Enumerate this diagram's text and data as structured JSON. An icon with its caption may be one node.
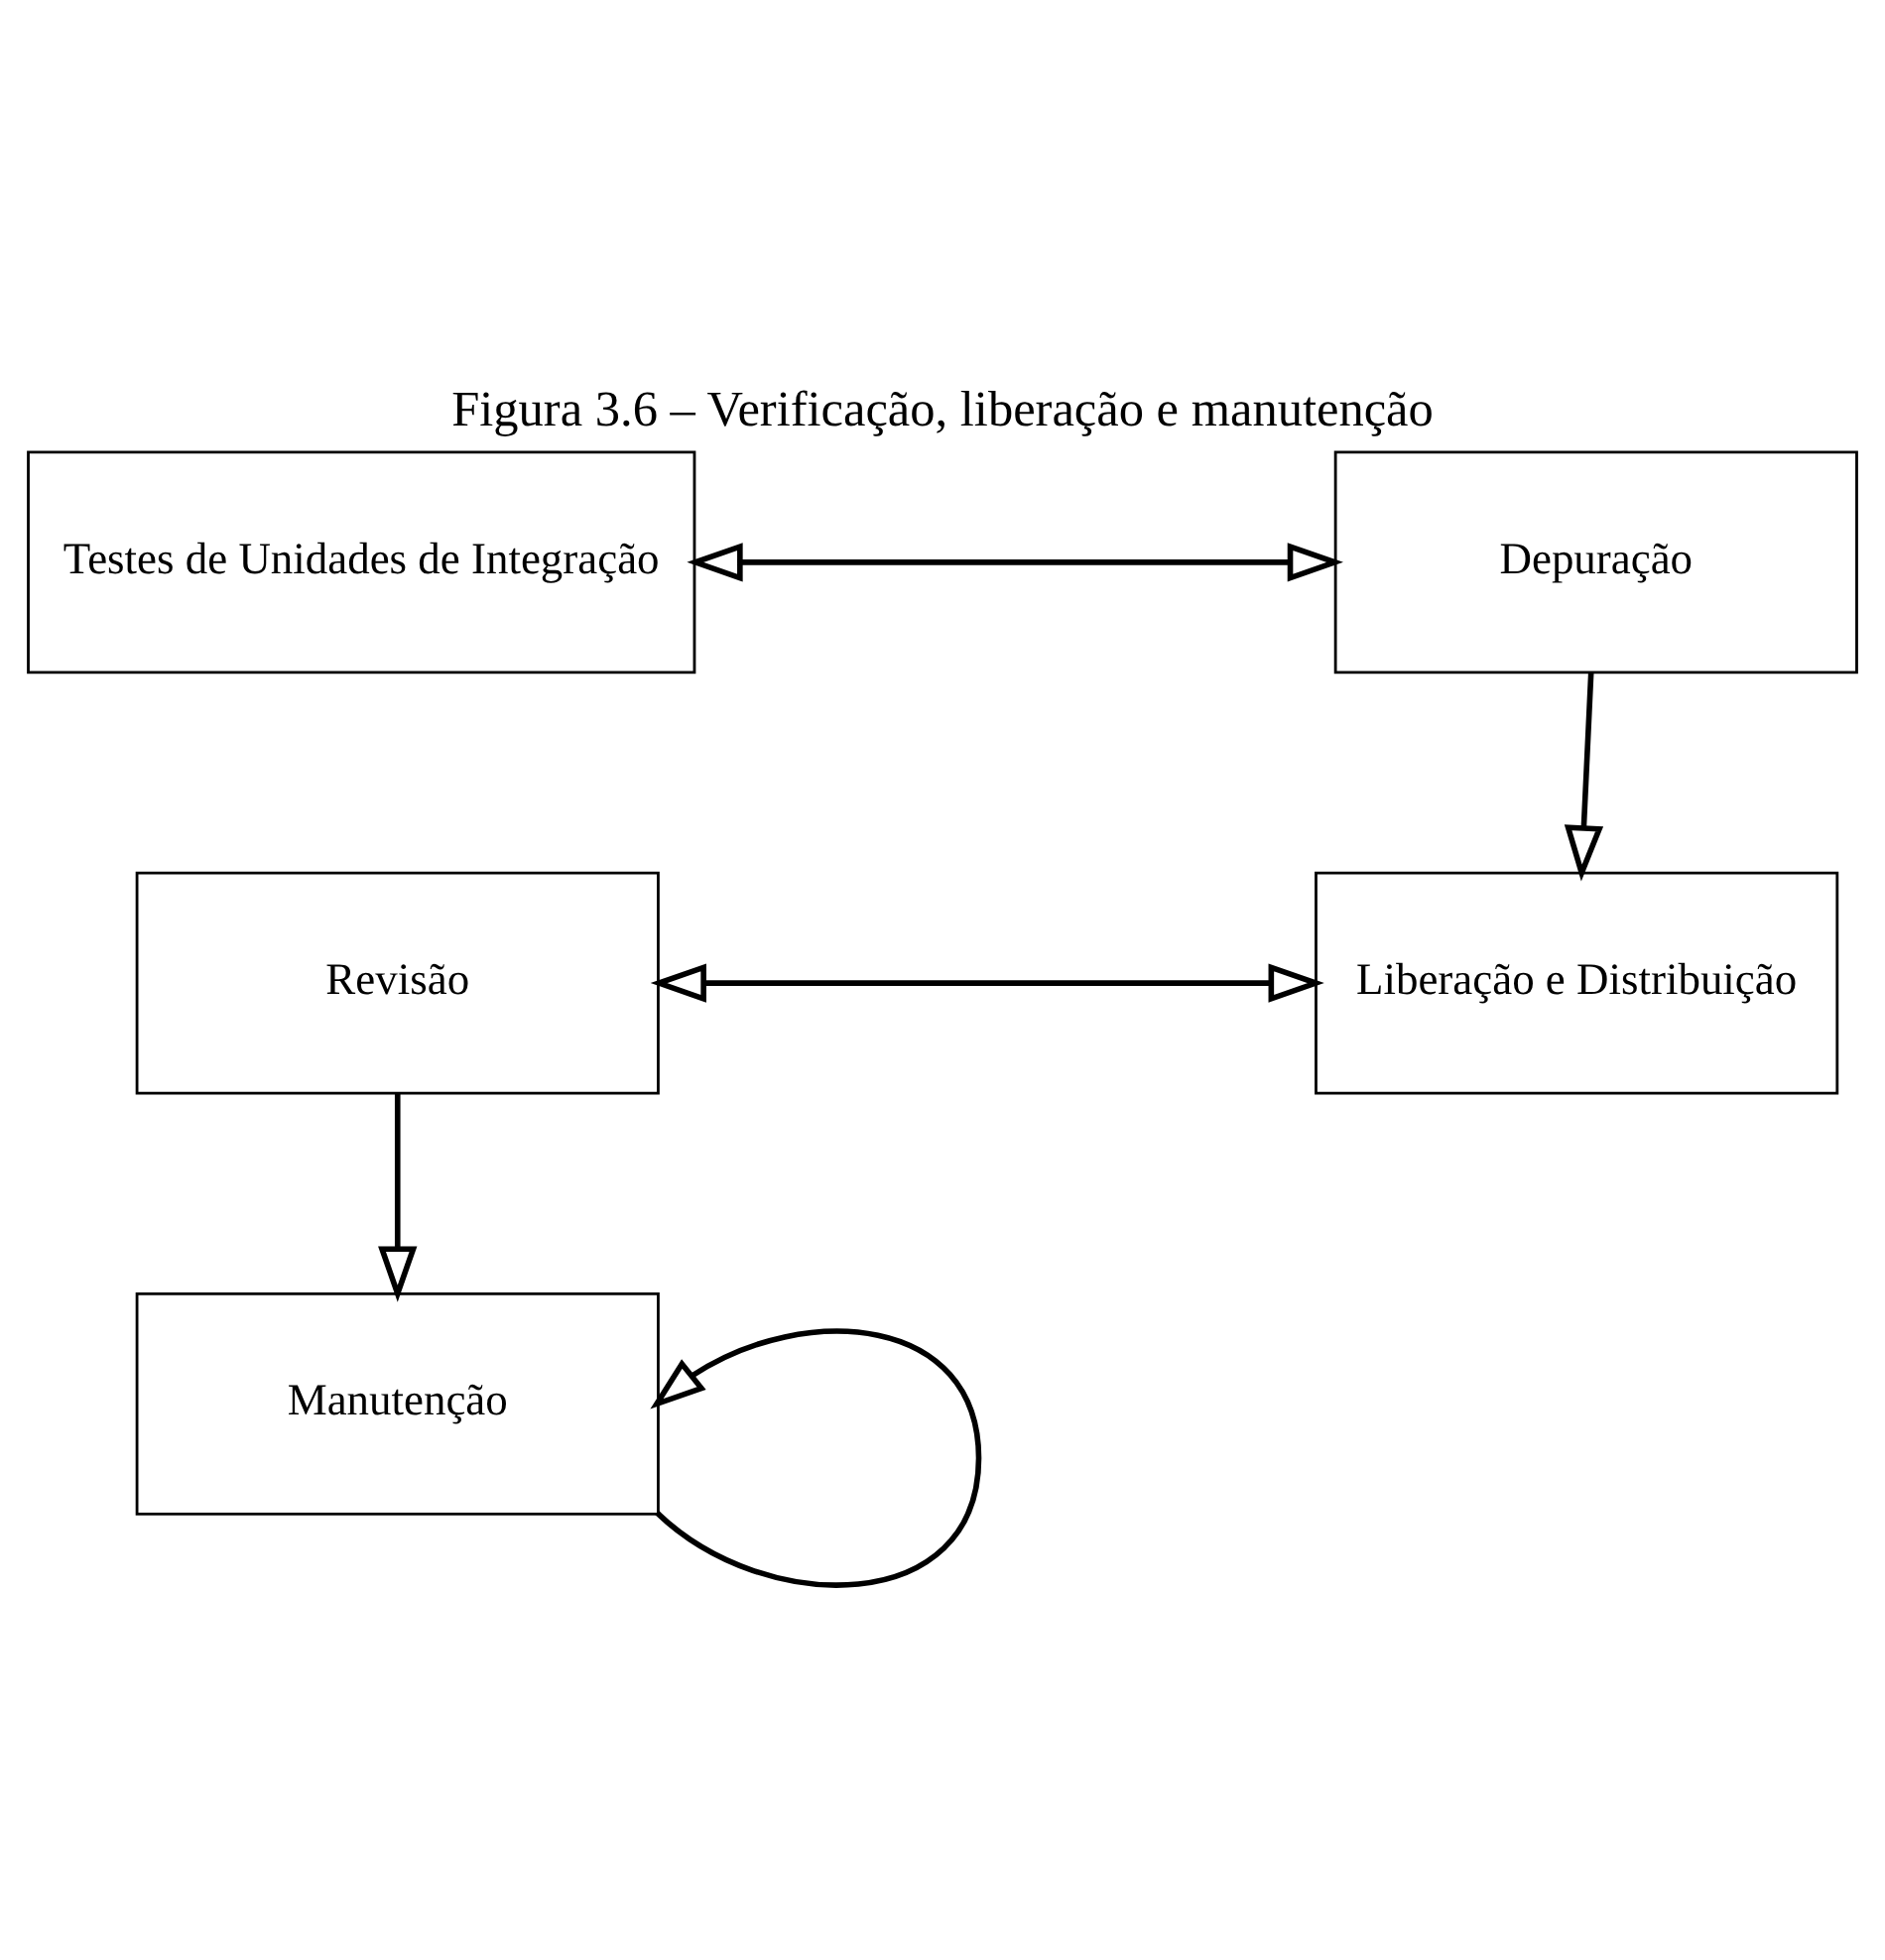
{
  "diagram": {
    "title": "Figura 3.6 – Verificação, liberação e manutenção",
    "nodes": [
      {
        "text": [
          "Testes de Unidades de Integração"
        ]
      },
      {
        "text": [
          "Depuração"
        ]
      },
      {
        "text": [
          "Revisão"
        ]
      },
      {
        "text": [
          "Liberação e Distribuição"
        ]
      },
      {
        "text": [
          "Manutenção"
        ]
      }
    ],
    "edges": [
      {
        "from": 0,
        "to": 1,
        "arrow": "both"
      },
      {
        "from": 1,
        "to": 3,
        "arrow": "to"
      },
      {
        "from": 2,
        "to": 3,
        "arrow": "both"
      },
      {
        "from": 2,
        "to": 4,
        "arrow": "to"
      },
      {
        "from": 4,
        "to": 4,
        "arrow": "to"
      }
    ]
  }
}
